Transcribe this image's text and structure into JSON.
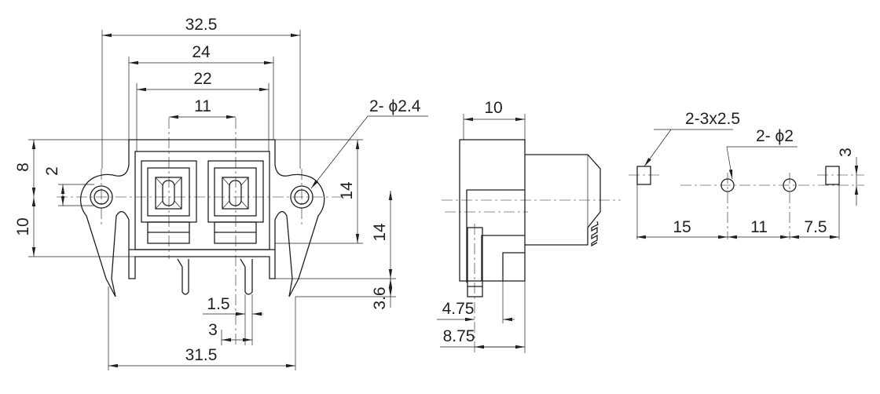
{
  "front_view": {
    "dims": {
      "overall_width": "32.5",
      "body_width": "24",
      "inner_width": "22",
      "terminal_pitch": "11",
      "top_to_hole": "8",
      "hole_to_base": "10",
      "offset_2": "2",
      "height_14_a": "14",
      "height_14_b": "14",
      "pin_length": "3.6",
      "pin_width": "1.5",
      "pin_spacing": "3",
      "leg_span": "31.5"
    },
    "hole_callout": "2- ϕ2.4"
  },
  "side_view": {
    "dims": {
      "depth": "10",
      "pin_offset_a": "4.75",
      "pin_offset_b": "8.75"
    }
  },
  "footprint": {
    "slot_callout": "2-3x2.5",
    "hole_callout": "2- ϕ2",
    "dims": {
      "d1": "15",
      "d2": "11",
      "d3": "7.5",
      "vert": "3"
    }
  }
}
